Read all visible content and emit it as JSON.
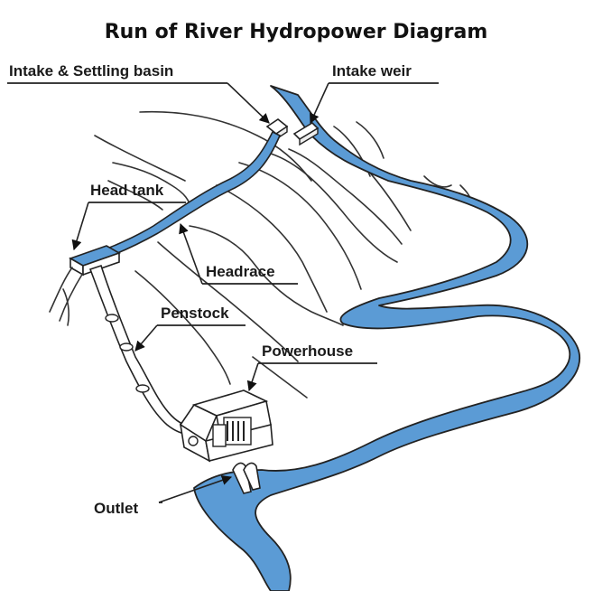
{
  "title": "Run of River Hydropower Diagram",
  "labels": {
    "intake": "Intake & Settling basin",
    "weir": "Intake weir",
    "head_tank": "Head tank",
    "headrace": "Headrace",
    "penstock": "Penstock",
    "powerhouse": "Powerhouse",
    "outlet": "Outlet"
  },
  "colors": {
    "water": "#5b9bd5",
    "outline": "#222222",
    "label_text": "#1a1a1a",
    "background": "#ffffff"
  }
}
